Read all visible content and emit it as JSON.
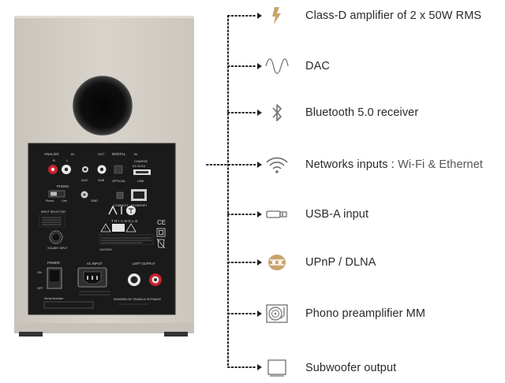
{
  "colors": {
    "cabinet": "#d3cec6",
    "panel": "#1a1a1a",
    "icon_accent": "#c9a46c",
    "icon_gray": "#6f6f6f",
    "dots": "#222222",
    "jack_red": "#c7202c"
  },
  "features": [
    {
      "label": "Class-D amplifier of 2 x 50W RMS",
      "icon": "lightning-icon"
    },
    {
      "label": "DAC",
      "icon": "sine-wave-icon"
    },
    {
      "label": "Bluetooth 5.0 receiver",
      "icon": "bluetooth-icon"
    },
    {
      "label": "Networks inputs :",
      "label_extra": "Wi-Fi  &  Ethernet",
      "icon": "wifi-icon"
    },
    {
      "label": "USB-A input",
      "icon": "usb-icon"
    },
    {
      "label": "UPnP / DLNA",
      "icon": "upnp-icon"
    },
    {
      "label": "Phono preamplifier MM",
      "icon": "turntable-icon"
    },
    {
      "label": "Subwoofer output",
      "icon": "subwoofer-icon"
    }
  ],
  "panel": {
    "analog": "ANALOG",
    "digital": "DIGITAL",
    "in": "IN",
    "out": "OUT",
    "in2": "IN",
    "r": "R",
    "l": "L",
    "phono": "PHONO",
    "line": "Line",
    "phono_sw": "Phono",
    "aux": "AUX",
    "sub": "SUB",
    "gnd": "GND",
    "optical": "OPTICAL",
    "usb": "USB",
    "charge": "CHARGE",
    "charge_spec": "DC 5V/1A",
    "connect": "CONNECT",
    "ethernet": "ETHERNET",
    "input_selector": "INPUT SELECTOR",
    "brand": "TRIANGLE",
    "power": "POWER",
    "on": "ON",
    "off": "OFF",
    "ac_input": "AC INPUT",
    "left_output": "LEFT OUTPUT",
    "caution": "CAUTION",
    "designed": "DESIGNED BY TRIANGLE IN FRANCE",
    "serial": "Serial Number",
    "volume": "VOLUME / INPUT"
  }
}
